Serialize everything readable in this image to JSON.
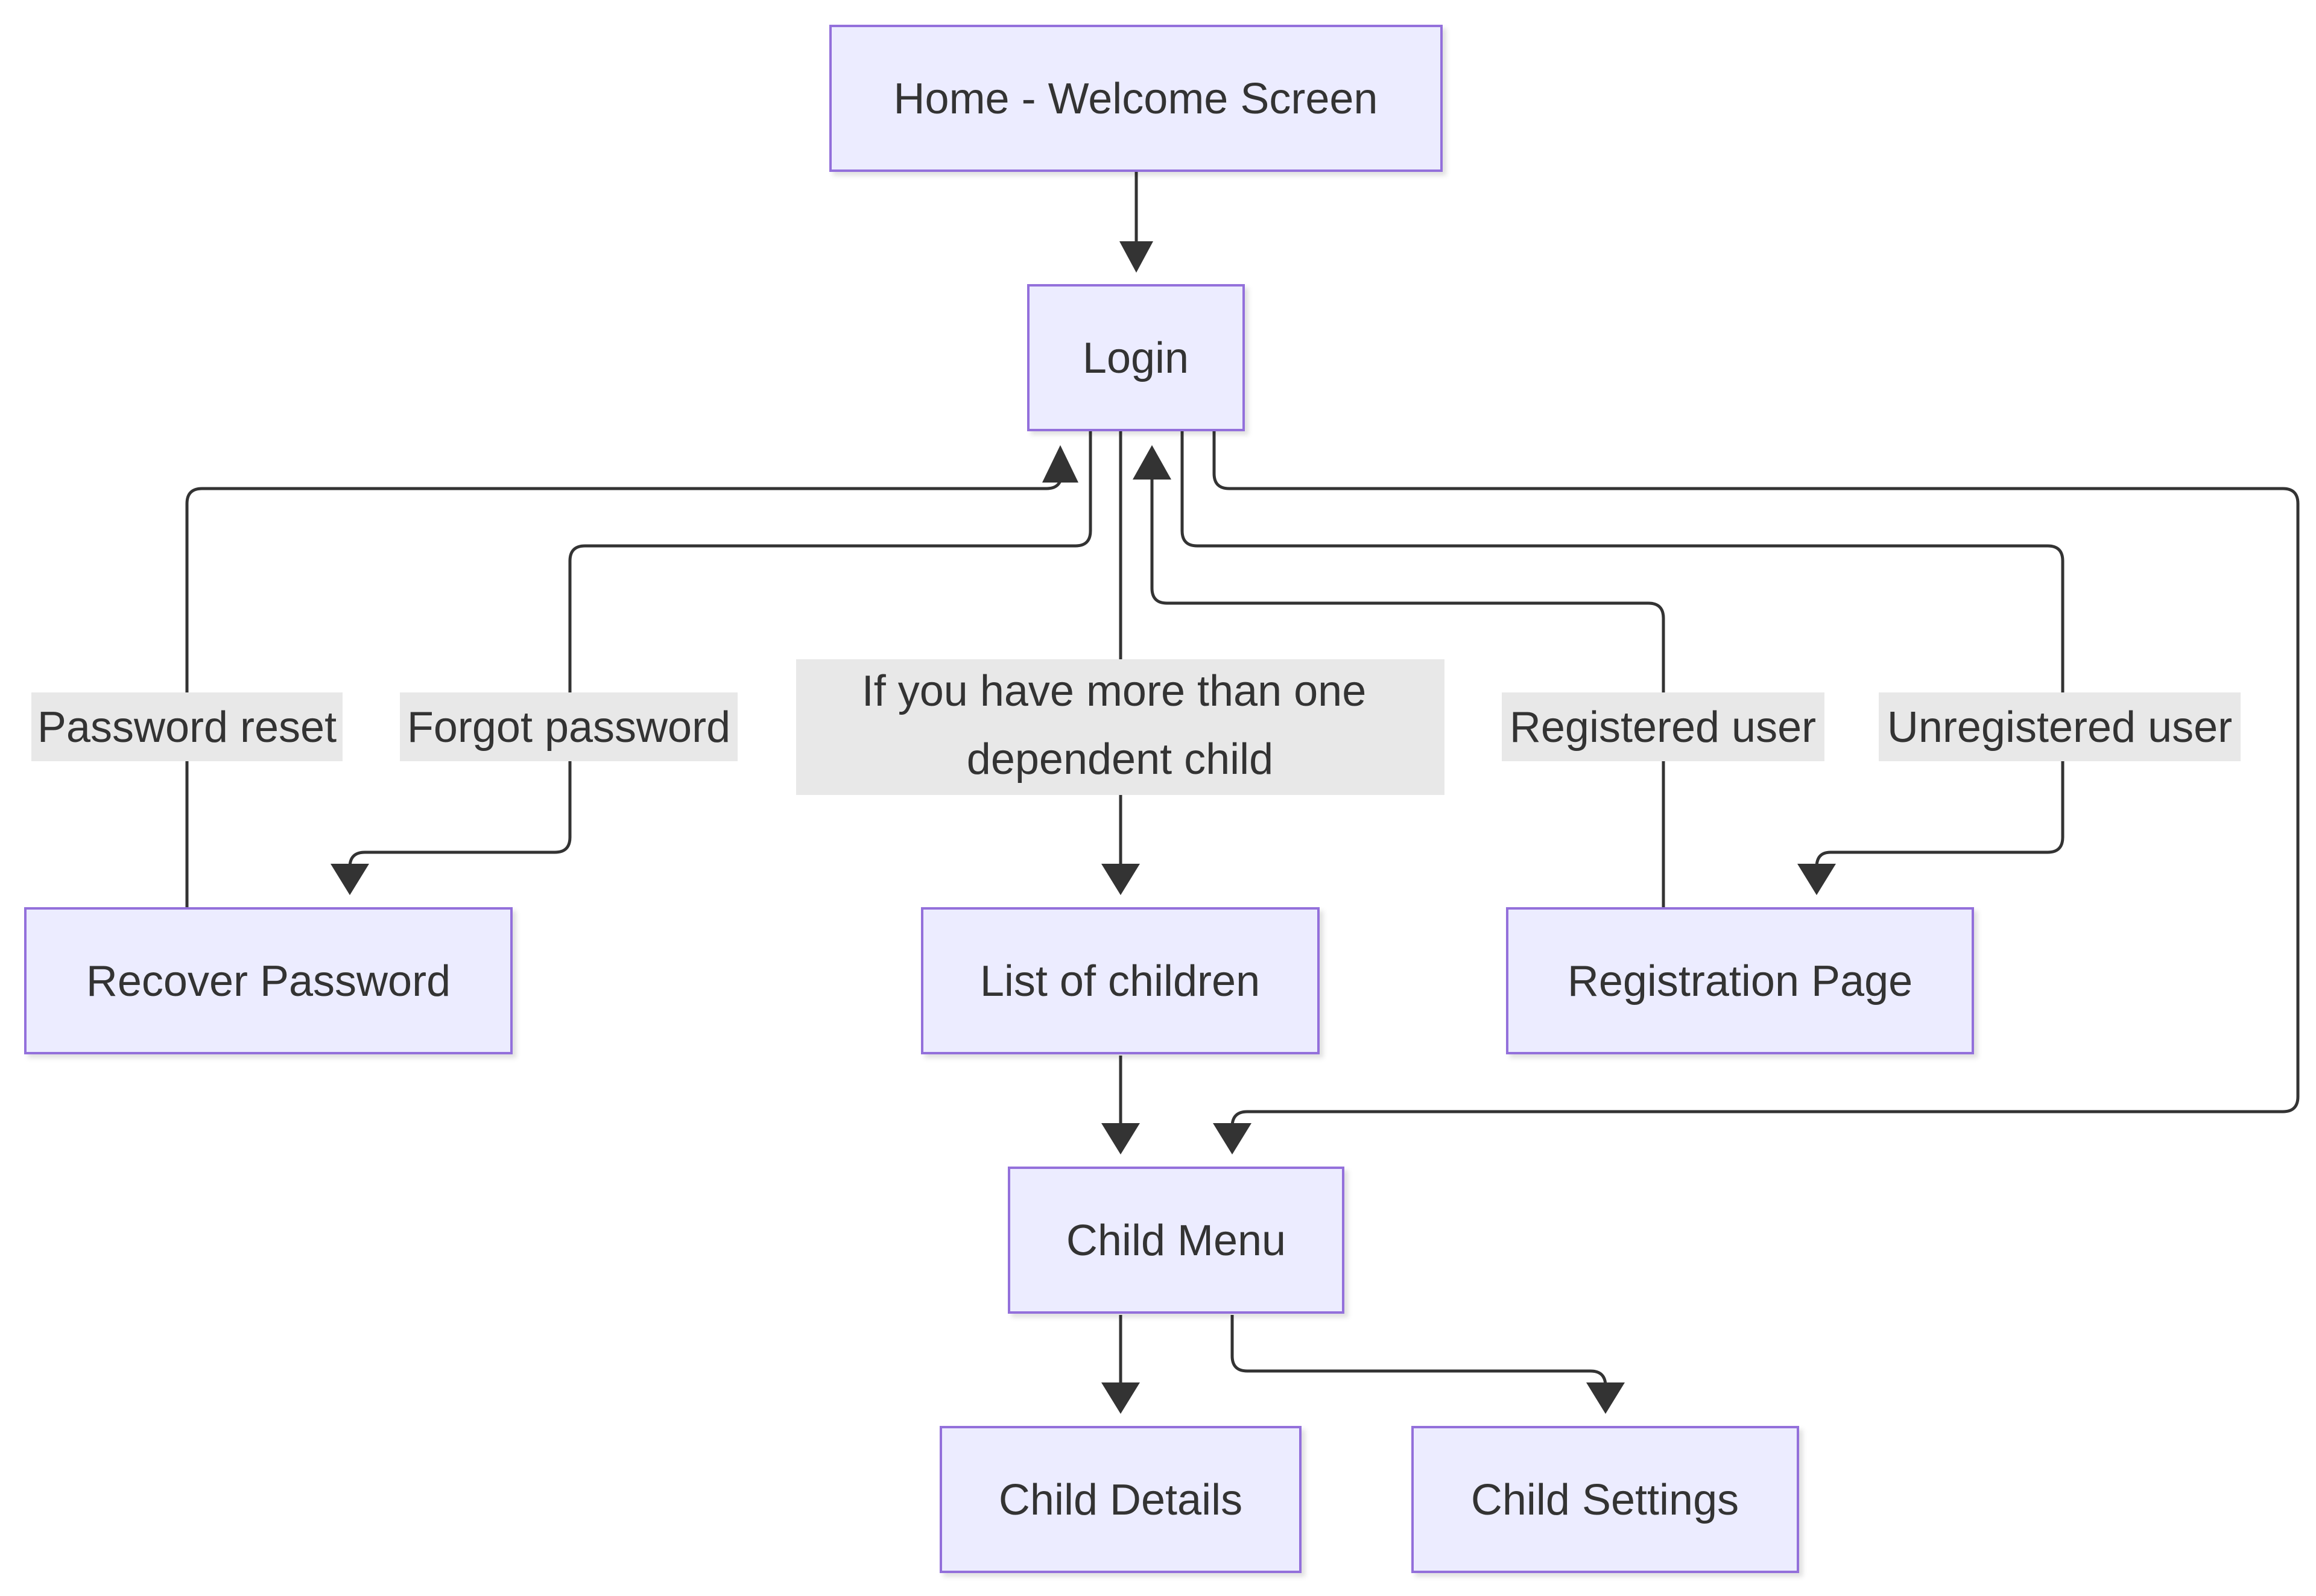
{
  "nodes": {
    "home": "Home - Welcome Screen",
    "login": "Login",
    "recover_password": "Recover Password",
    "list_of_children": "List of children",
    "registration_page": "Registration Page",
    "child_menu": "Child Menu",
    "child_details": "Child Details",
    "child_settings": "Child Settings"
  },
  "edge_labels": {
    "password_reset": "Password reset",
    "forgot_password": "Forgot password",
    "more_than_one_line1": "If you have more than one",
    "more_than_one_line2": "dependent child",
    "registered_user": "Registered user",
    "unregistered_user": "Unregistered user"
  },
  "colors": {
    "node_fill": "#ECECFF",
    "node_stroke": "#9370DB",
    "edge": "#333333",
    "label_bg": "#e8e8e8",
    "text": "#333333"
  }
}
